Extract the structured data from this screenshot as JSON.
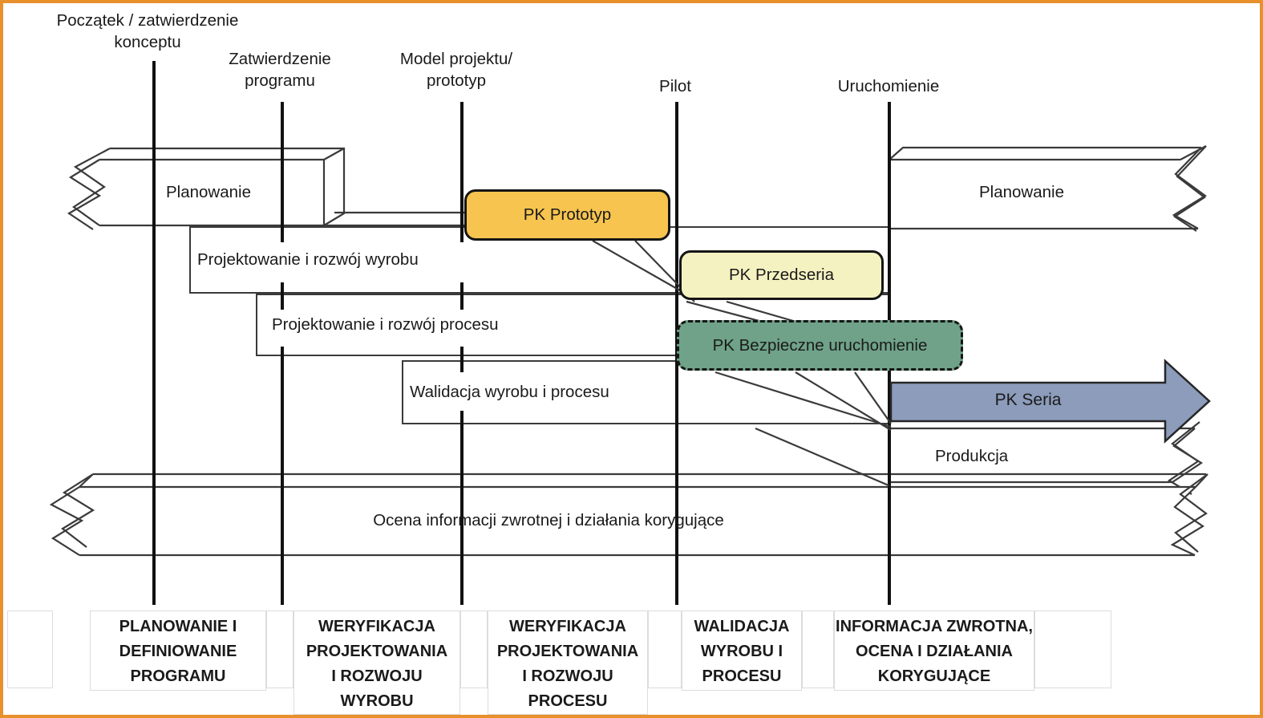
{
  "title": "APQP timeline diagram",
  "colors": {
    "frame_border": "#E8902C",
    "gate_prototyp": "#F6C44F",
    "gate_przedseria": "#F5F2C2",
    "gate_bezpieczne_uruchomienie": "#6FA288",
    "gate_seria": "#8C9CBA",
    "milestone_line": "#111111",
    "bar_outline": "#3a3a3a",
    "bottom_cell_border": "#dcdcdc"
  },
  "milestones": [
    {
      "label": "Początek / zatwierdzenie\nkonceptu"
    },
    {
      "label": "Zatwierdzenie\nprogramu"
    },
    {
      "label": "Model projektu/\nprototyp"
    },
    {
      "label": "Pilot"
    },
    {
      "label": "Uruchomienie"
    }
  ],
  "phases": {
    "planning_left": "Planowanie",
    "product_design": "Projektowanie i rozwój wyrobu",
    "process_design": "Projektowanie i rozwój procesu",
    "validation": "Walidacja wyrobu i procesu",
    "planning_right": "Planowanie",
    "production": "Produkcja",
    "feedback": "Ocena informacji zwrotnej i działania korygujące"
  },
  "quality_gates": [
    {
      "label": "PK Prototyp"
    },
    {
      "label": "PK Przedseria"
    },
    {
      "label": "PK Bezpieczne uruchomienie"
    },
    {
      "label": "PK Seria"
    }
  ],
  "bottom_phases": [
    {
      "label": "PLANOWANIE I\nDEFINIOWANIE\nPROGRAMU"
    },
    {
      "label": "WERYFIKACJA\nPROJEKTOWANIA\nI ROZWOJU\nWYROBU"
    },
    {
      "label": "WERYFIKACJA\nPROJEKTOWANIA\nI ROZWOJU\nPROCESU"
    },
    {
      "label": "WALIDACJA\nWYROBU I\nPROCESU"
    },
    {
      "label": "INFORMACJA ZWROTNA,\nOCENA I DZIAŁANIA\nKORYGUJĄCE"
    }
  ]
}
